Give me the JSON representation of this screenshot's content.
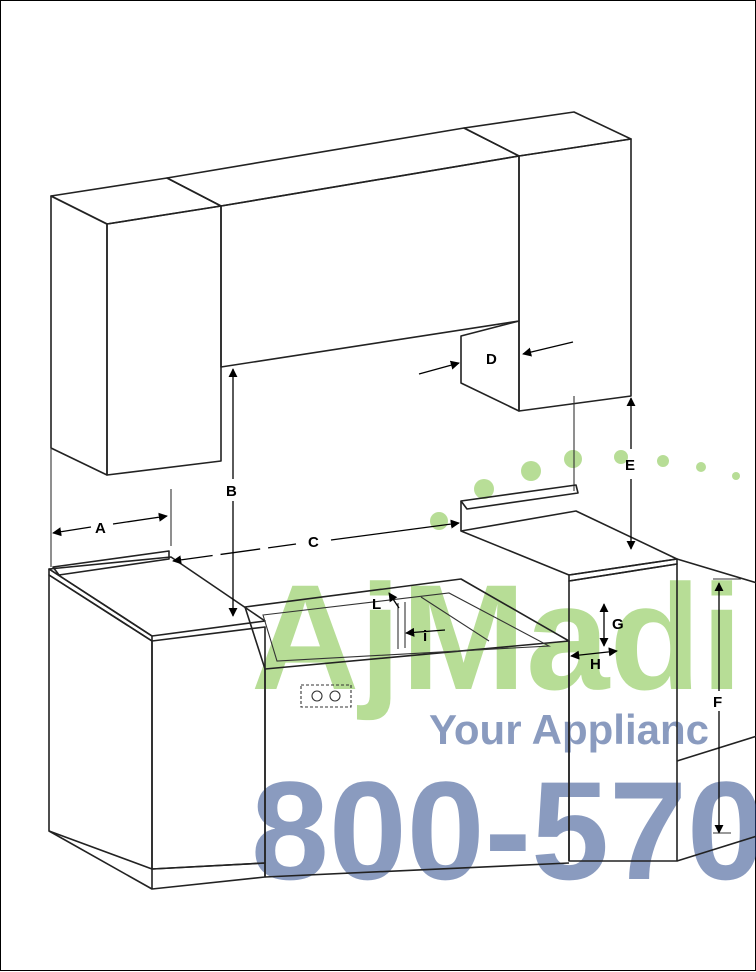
{
  "diagram": {
    "labels": {
      "A": "A",
      "B": "B",
      "C": "C",
      "D": "D",
      "E": "E",
      "F": "F",
      "G": "G",
      "H": "H",
      "i": "i",
      "L": "L"
    }
  },
  "watermark": {
    "brand": "AjMadi",
    "tagline": "Your Applianc",
    "phone": "800-570-",
    "colors": {
      "green": "#7dc242",
      "blue": "#2c4a8c"
    }
  }
}
